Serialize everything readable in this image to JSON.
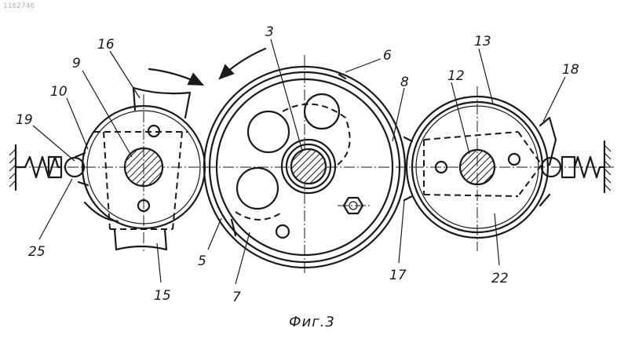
{
  "doc_number": "1162746",
  "caption": "Фиг.3",
  "labels": {
    "l3": "3",
    "l5": "5",
    "l6": "6",
    "l7": "7",
    "l8": "8",
    "l9": "9",
    "l10": "10",
    "l12": "12",
    "l13": "13",
    "l15": "15",
    "l16": "16",
    "l17": "17",
    "l18": "18",
    "l19": "19",
    "l22": "22",
    "l25": "25"
  }
}
